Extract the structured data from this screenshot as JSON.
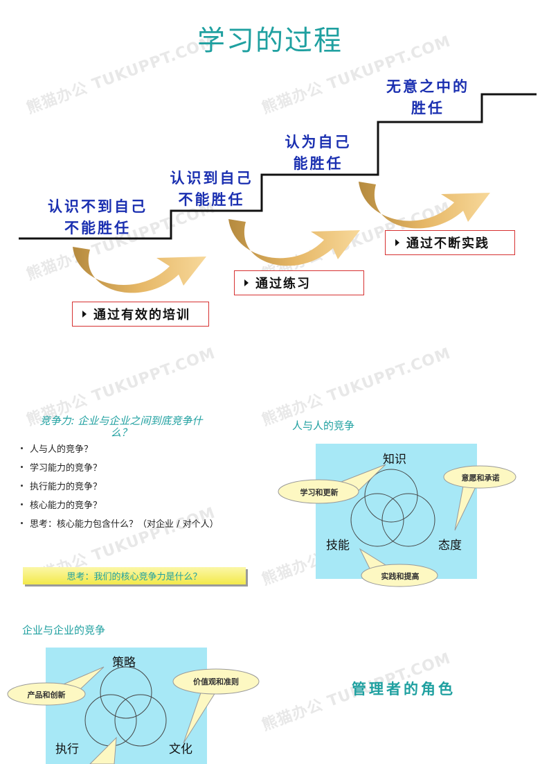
{
  "title": "学习的过程",
  "stages": [
    {
      "line1": "认识不到自己",
      "line2": "不能胜任"
    },
    {
      "line1": "认识到自己",
      "line2": "不能胜任"
    },
    {
      "line1": "认为自己",
      "line2": "能胜任"
    },
    {
      "line1": "无意之中的",
      "line2": "胜任"
    }
  ],
  "methods": [
    "通过有效的培训",
    "通过练习",
    "通过不断实践"
  ],
  "competition": {
    "title_line1": "竞争力: 企业与企业之间到底竞争什",
    "title_line2": "么？",
    "bullets": [
      "人与人的竞争？",
      "学习能力的竞争？",
      "执行能力的竞争？",
      "核心能力的竞争？",
      "思考：核心能力包含什么？（对企业 / 对个人）"
    ],
    "think_box": "思考：我们的核心竞争力是什么？"
  },
  "person_competition": {
    "label": "人与人的竞争",
    "venn": {
      "top": "知识",
      "left": "技能",
      "right": "态度"
    },
    "callouts": [
      "学习和更新",
      "意愿和承诺",
      "实践和提高"
    ]
  },
  "enterprise_competition": {
    "label": "企业与企业的竞争",
    "venn": {
      "top": "策略",
      "left": "执行",
      "right": "文化"
    },
    "callouts": [
      "产品和创新",
      "价值观和准则"
    ]
  },
  "manager_role": "管理者的角色",
  "watermark": "熊猫办公 TUKUPPT.COM",
  "colors": {
    "teal": "#1fa0a0",
    "blue": "#1a2fb0",
    "red_border": "#d63030",
    "panel": "#a7e8f6",
    "arrow": "#d9a653"
  }
}
